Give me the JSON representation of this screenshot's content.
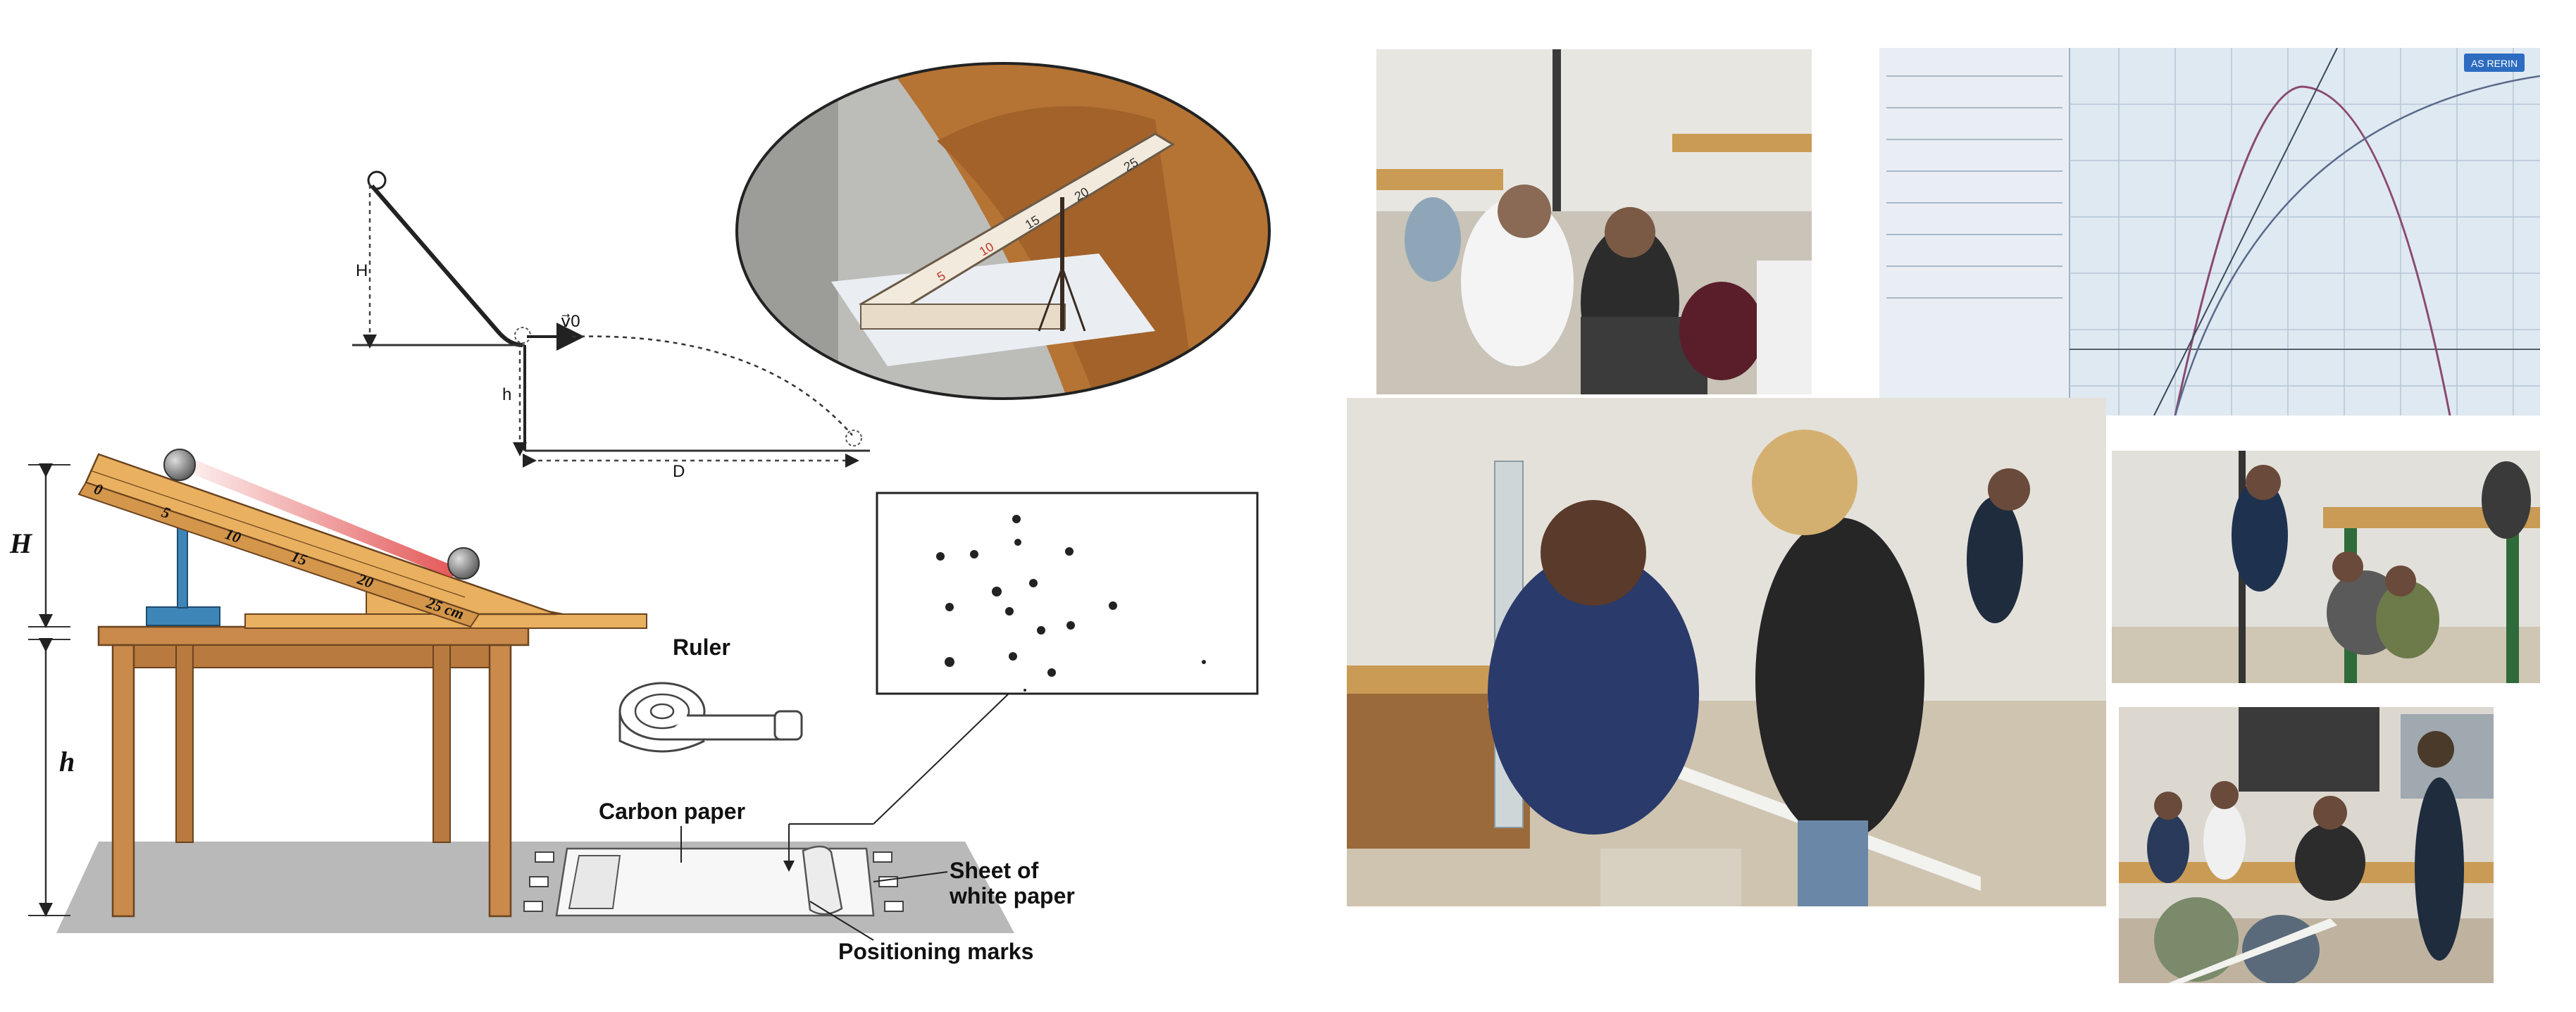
{
  "schematic": {
    "label_H": "H",
    "label_h": "h",
    "label_D": "D",
    "label_v0": "v⃗0"
  },
  "setup": {
    "label_H": "H",
    "label_h": "h",
    "ruler_label": "Ruler",
    "carbon_paper_label": "Carbon paper",
    "sheet_label_line1": "Sheet of",
    "sheet_label_line2": "white paper",
    "positioning_marks_label": "Positioning marks",
    "ramp_ticks": [
      "0",
      "5",
      "10",
      "15",
      "20",
      "25 cm"
    ]
  },
  "photo_ramp": {
    "ticks": [
      "5",
      "10",
      "15",
      "20",
      "25"
    ]
  },
  "photo_software": {
    "badge": "AS RERIN"
  },
  "colors": {
    "wood": "#c98a4b",
    "ramp": "#e9b05f",
    "grey_floor": "#b9b9b9",
    "software_bg": "#dfe9f2",
    "badge": "#2d6cc0"
  }
}
